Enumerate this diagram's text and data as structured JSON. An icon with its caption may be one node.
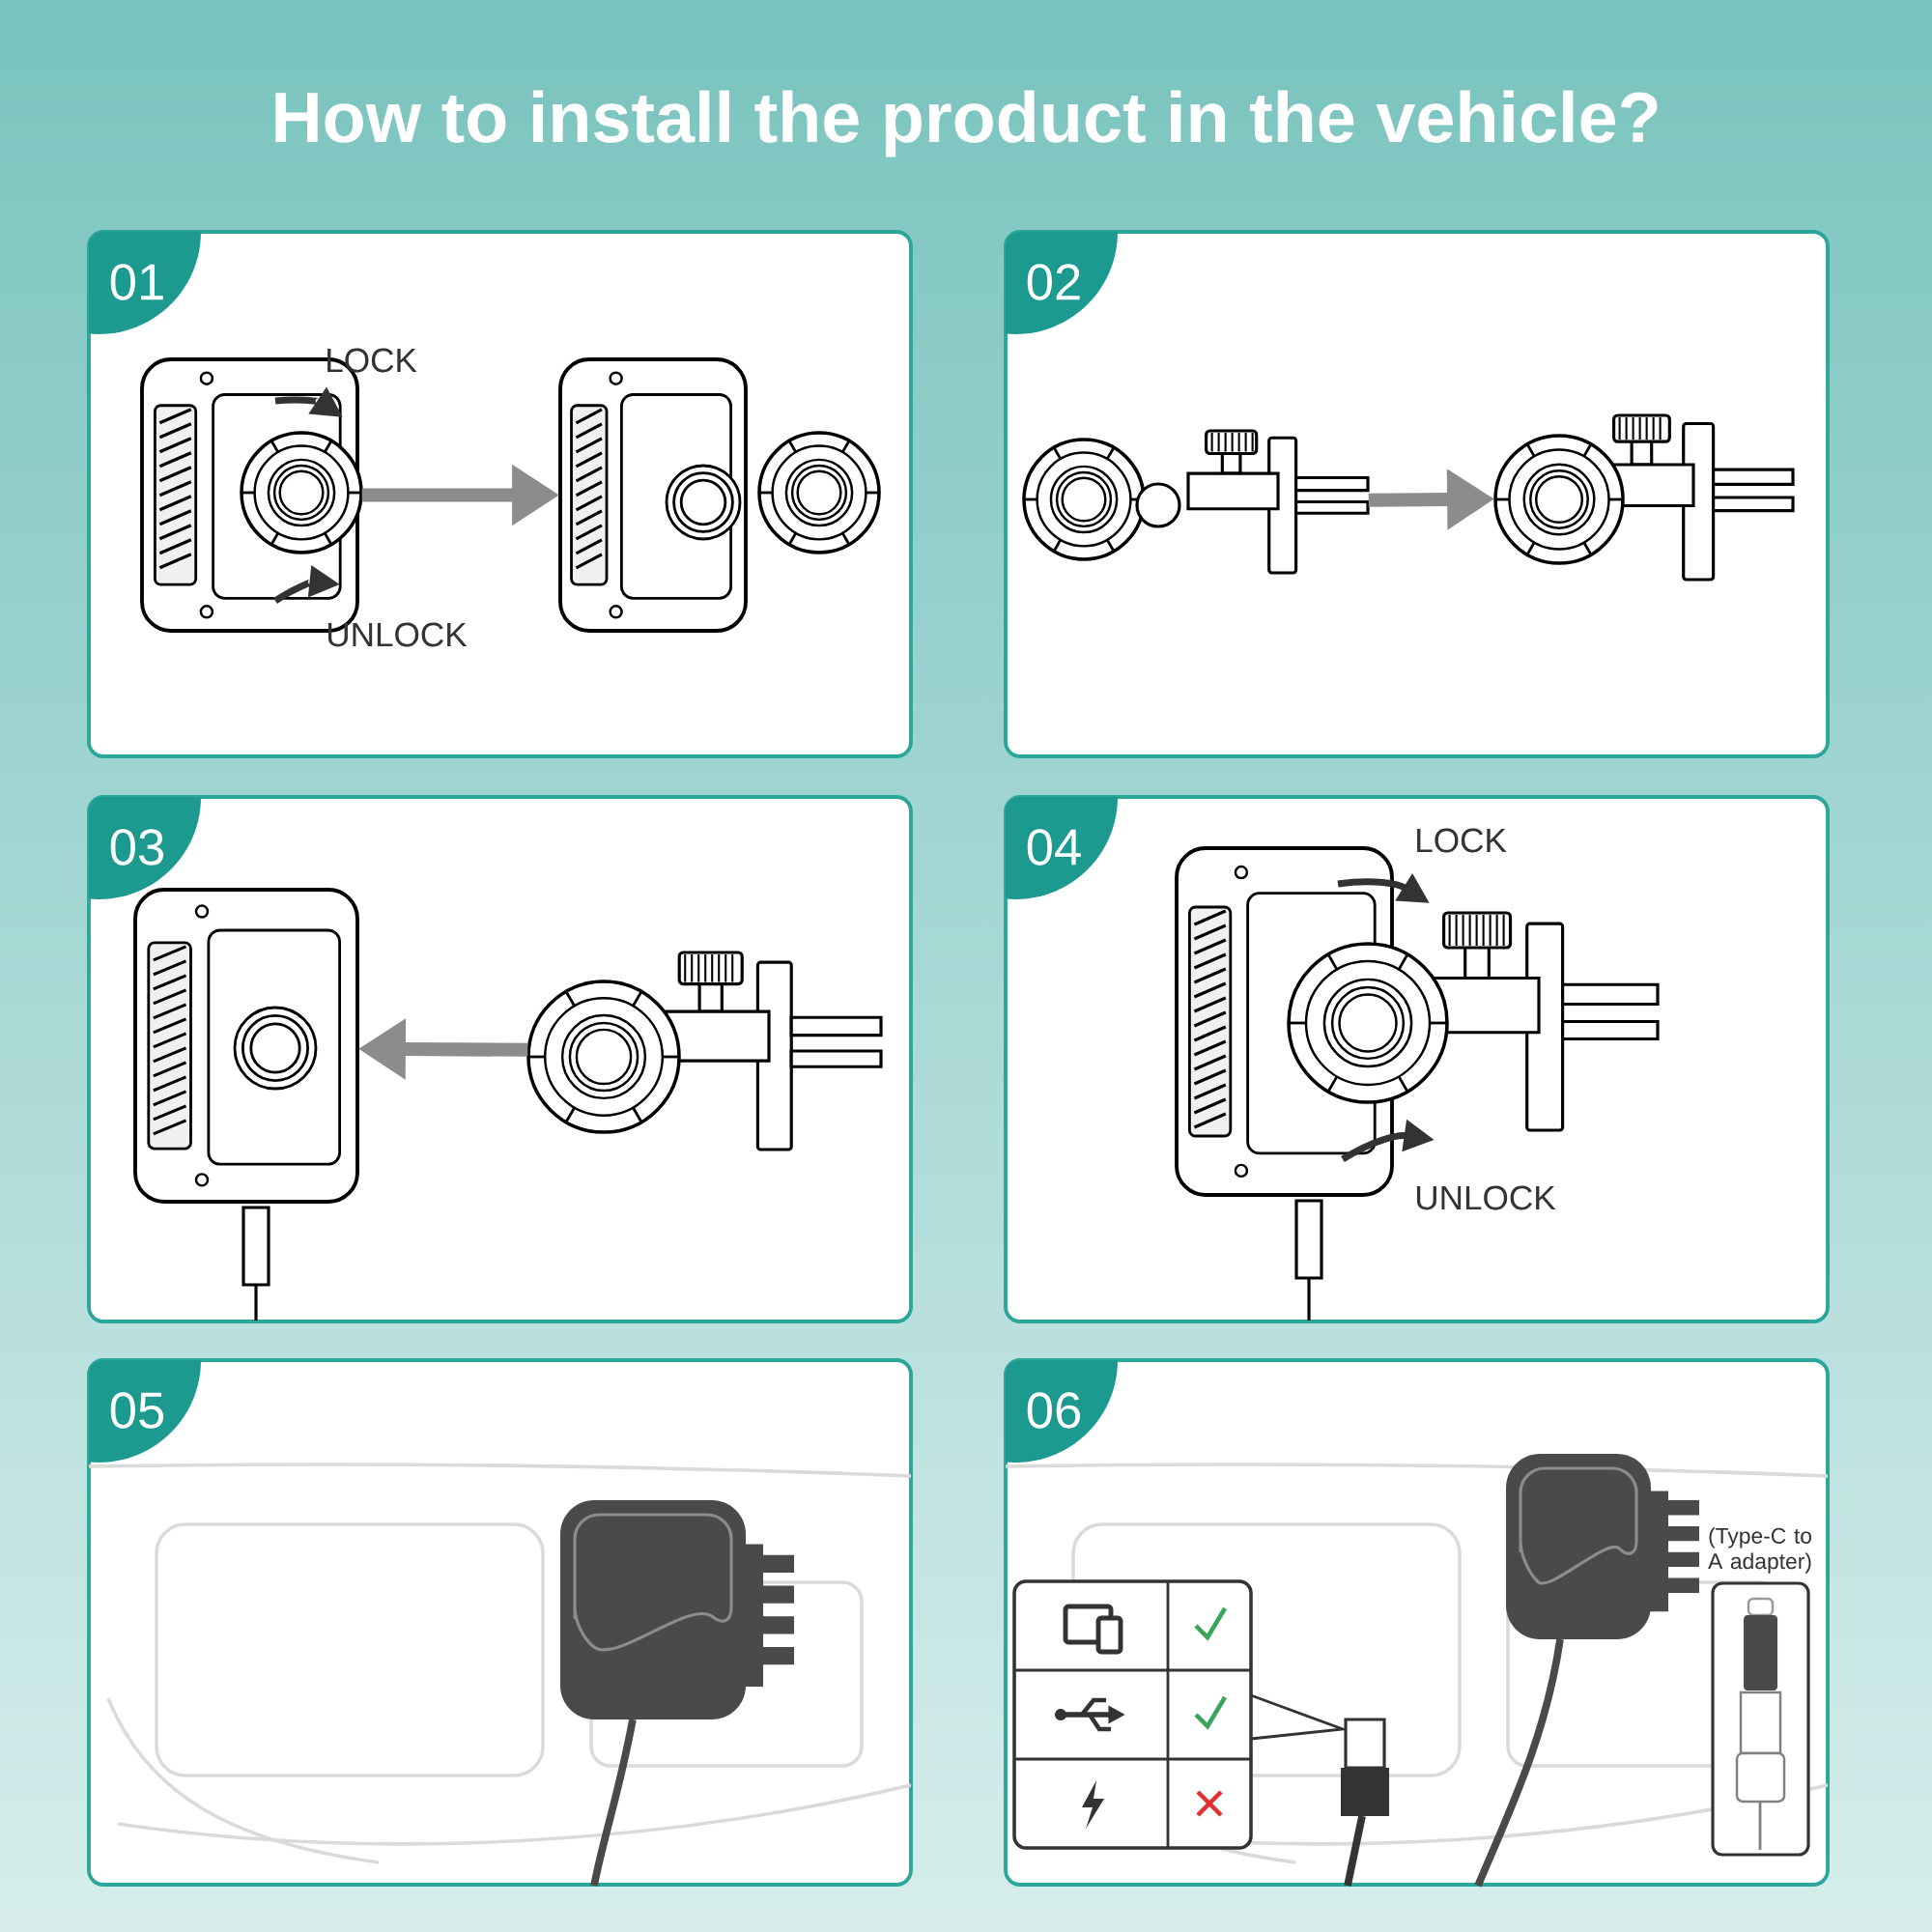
{
  "diagram": {
    "title": "How to install the product in the vehicle?",
    "nodes": [
      {
        "text": [
          "01"
        ]
      },
      {
        "text": [
          "02"
        ]
      },
      {
        "text": [
          "03"
        ]
      },
      {
        "text": [
          "04"
        ]
      },
      {
        "text": [
          "05"
        ]
      },
      {
        "text": [
          "06"
        ]
      },
      {
        "text": [],
        "shape": "picture",
        "in": 0
      },
      {
        "text": [],
        "shape": "picture",
        "in": 0
      },
      {
        "text": [],
        "shape": "picture",
        "in": 1
      },
      {
        "text": [],
        "shape": "picture",
        "in": 1
      },
      {
        "text": [],
        "shape": "picture",
        "in": 2
      },
      {
        "text": [],
        "shape": "picture",
        "in": 2
      }
    ],
    "edges": [
      {
        "from": 6,
        "to": 7,
        "arrow": "to"
      },
      {
        "from": 8,
        "to": 9,
        "arrow": "to"
      },
      {
        "from": 11,
        "to": 10,
        "arrow": "to"
      }
    ],
    "labels": [
      "LOCK",
      "UNLOCK",
      "LOCK",
      "UNLOCK",
      "(Type-C to A adapter)"
    ]
  }
}
